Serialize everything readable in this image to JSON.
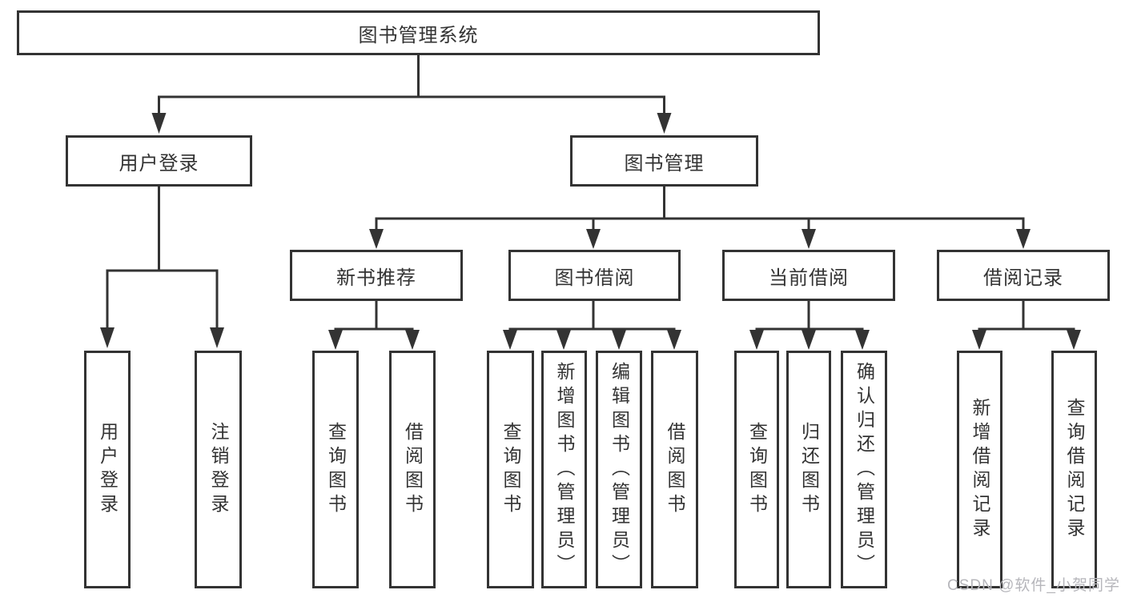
{
  "tree": {
    "label": "图书管理系统",
    "children": [
      {
        "label": "用户登录",
        "children": [
          {
            "label": "用户登录"
          },
          {
            "label": "注销登录"
          }
        ]
      },
      {
        "label": "图书管理",
        "children": [
          {
            "label": "新书推荐",
            "children": [
              {
                "label": "查询图书"
              },
              {
                "label": "借阅图书"
              }
            ]
          },
          {
            "label": "图书借阅",
            "children": [
              {
                "label": "查询图书"
              },
              {
                "label": "新增图书（管理员）"
              },
              {
                "label": "编辑图书（管理员）"
              },
              {
                "label": "借阅图书"
              }
            ]
          },
          {
            "label": "当前借阅",
            "children": [
              {
                "label": "查询图书"
              },
              {
                "label": "归还图书"
              },
              {
                "label": "确认归还（管理员）"
              }
            ]
          },
          {
            "label": "借阅记录",
            "children": [
              {
                "label": "新增借阅记录"
              },
              {
                "label": "查询借阅记录"
              }
            ]
          }
        ]
      }
    ]
  },
  "watermark": "CSDN @软件_小贺同学",
  "colors": {
    "line": "#333333",
    "text": "#333333",
    "background": "#ffffff",
    "watermark": "#b6b6bb"
  }
}
